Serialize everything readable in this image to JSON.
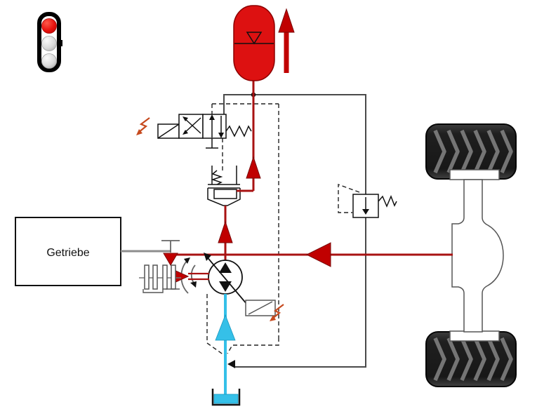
{
  "labels": {
    "gearbox": "Getriebe"
  },
  "colors": {
    "background": "#ffffff",
    "line_red": "#a81212",
    "bright_red": "#dd1111",
    "arrow_red": "#c00000",
    "cyan": "#35c0e8",
    "shaft_gray": "#8d8d8d",
    "circuit_gray": "#4a4a4a",
    "lightning": "#c64a1e",
    "traffic_red": "#e8100c",
    "traffic_gray": "#d9d9d9",
    "tire_dark": "#1f1f1f",
    "tire_tread": "#858585"
  },
  "icons": {
    "traffic_light": "red-light-on",
    "lightning": "electric-actuation-zigzag-arrow",
    "accumulator": "bladder-accumulator-with-gas-triangle",
    "solenoid_valve": "2-position-solenoid-valve-with-spring",
    "check_valve": "spring-loaded-cartridge-check-valve",
    "relief_valve": "pilot-operated-pressure-relief-valve",
    "pump_motor": "variable-displacement-pump-motor",
    "clutch": "disconnect-clutch",
    "tank": "open-reservoir",
    "axle": "drive-axle-with-differential-and-tires"
  }
}
